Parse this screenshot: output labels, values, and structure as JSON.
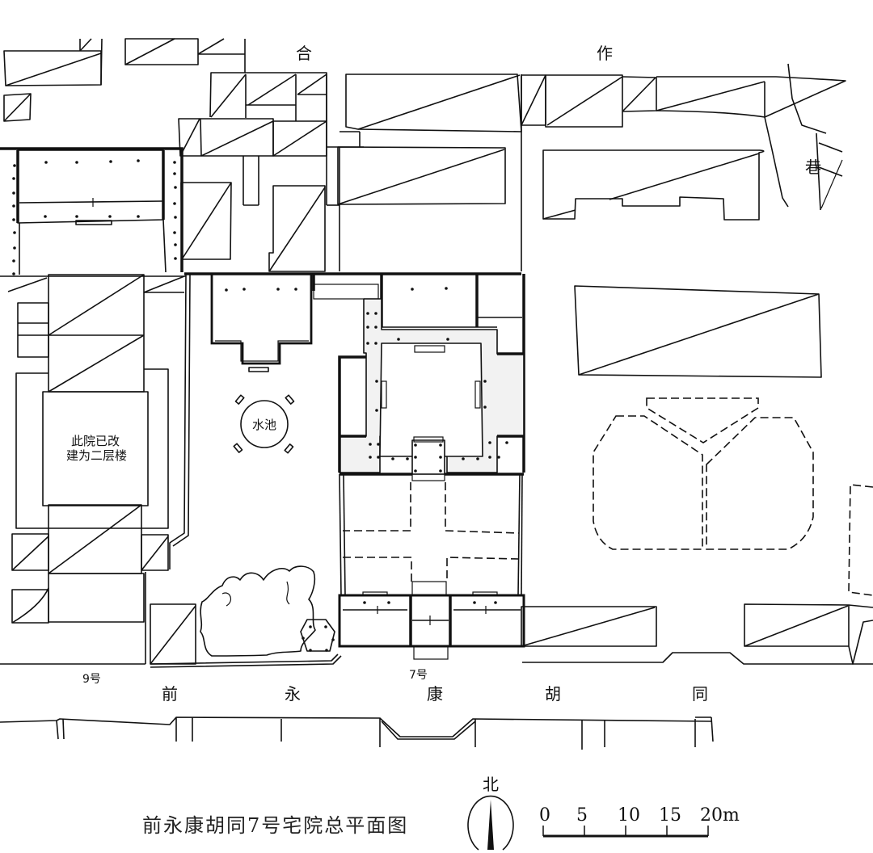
{
  "diagram": {
    "title": "前永康胡同7号宅院总平面图",
    "streets": {
      "north": [
        "合",
        "作"
      ],
      "east": "巷",
      "south": [
        "前",
        "永",
        "康",
        "胡",
        "同"
      ]
    },
    "house_numbers": {
      "no9": "9号",
      "no7": "7号"
    },
    "annotations": {
      "pond": "水池",
      "rebuilt_line1": "此院已改",
      "rebuilt_line2": "建为二层楼"
    },
    "north_arrow": {
      "label": "北"
    },
    "scale_bar": {
      "ticks": [
        "0",
        "5",
        "10",
        "15",
        "20m"
      ],
      "unit": "m",
      "length": 20
    }
  }
}
